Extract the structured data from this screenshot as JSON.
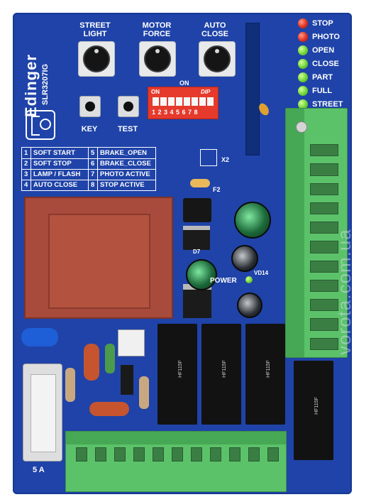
{
  "board": {
    "brand": "Edinger",
    "model": "SLR3207IG",
    "labels": {
      "street_light": "STREET\nLIGHT",
      "motor_force": "MOTOR\nFORCE",
      "auto_close": "AUTO\nCLOSE",
      "key": "KEY",
      "test": "TEST",
      "on": "ON",
      "dip_on": "ON",
      "dip_brand": "DIP",
      "dip_numbers": "1 2 3 4 5 6 7 8",
      "x2": "X2",
      "f2": "F2",
      "d7": "D7",
      "power": "POWER",
      "vd14": "VD14",
      "fuse": "5 A"
    },
    "leds": [
      {
        "label": "STOP",
        "color": "red"
      },
      {
        "label": "PHOTO",
        "color": "red"
      },
      {
        "label": "OPEN",
        "color": "green"
      },
      {
        "label": "CLOSE",
        "color": "green"
      },
      {
        "label": "PART",
        "color": "green"
      },
      {
        "label": "FULL",
        "color": "green"
      },
      {
        "label": "STREET LIGHT",
        "color": "green"
      }
    ],
    "dip_table": {
      "rows": [
        [
          "1",
          "SOFT START",
          "5",
          "BRAKE_OPEN"
        ],
        [
          "2",
          "SOFT STOP",
          "6",
          "BRAKE_CLOSE"
        ],
        [
          "3",
          "LAMP / FLASH",
          "7",
          "PHOTO ACTIVE"
        ],
        [
          "4",
          "AUTO CLOSE",
          "8",
          "STOP ACTIVE"
        ]
      ]
    },
    "relay_text": "HF115F",
    "watermark": "vorota.com.ua"
  },
  "colors": {
    "pcb": "#1f43a8",
    "terminal": "#5cc26a",
    "transformer": "#a84a3c"
  }
}
